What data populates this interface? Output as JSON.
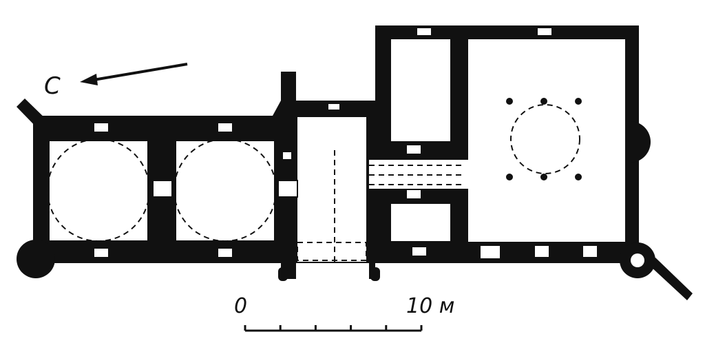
{
  "figure": {
    "north_label": "С",
    "scale_bar": {
      "start_label": "0",
      "end_label": "10 м",
      "start_value": 0,
      "end_value": 10,
      "unit": "м",
      "divisions": 5
    }
  },
  "colors": {
    "wall": "#111111",
    "background": "#ffffff"
  }
}
